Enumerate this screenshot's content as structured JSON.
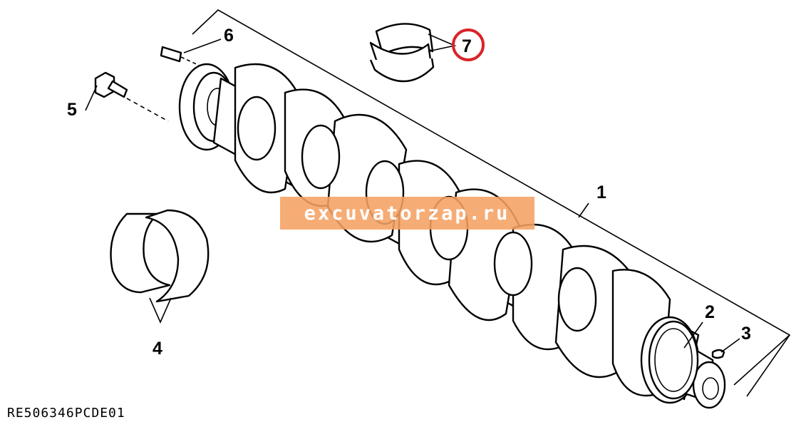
{
  "diagram": {
    "callouts": {
      "crankshaft": "1",
      "crank_gear": "2",
      "woodruff_key": "3",
      "main_bearing_pair": "4",
      "flywheel_bolt": "5",
      "dowel_pin": "6",
      "thrust_bearing": "7"
    },
    "reference_code": "RE506346PCDE01",
    "watermark": "excuvatorzap.ru",
    "highlight_color": "#d9232a",
    "watermark_color": "#f5a062"
  }
}
